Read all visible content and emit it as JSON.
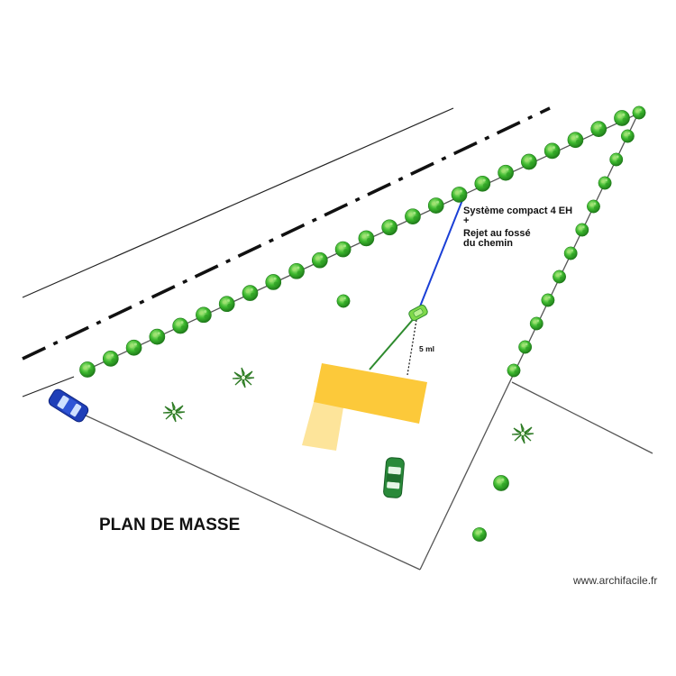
{
  "plan": {
    "title": "PLAN DE MASSE",
    "annotation": {
      "line1": "Système compact 4 EH",
      "line2": "+",
      "line3": "Rejet au fossé",
      "line4": "du chemin"
    },
    "distance_label": "5 ml",
    "credit": "www.archifacile.fr"
  },
  "colors": {
    "building": "#fcc93a",
    "building_annex": "#fde49a",
    "tree": "#3cb82e",
    "tree_dark": "#1f7a1a",
    "evacuation_pipe": "#1a3fd6",
    "house_pipe": "#2e8b2e",
    "septic_tank": "#7fd94a",
    "car_blue": "#1f3fb8",
    "car_green": "#2a8a3a",
    "road_line": "#111111"
  }
}
